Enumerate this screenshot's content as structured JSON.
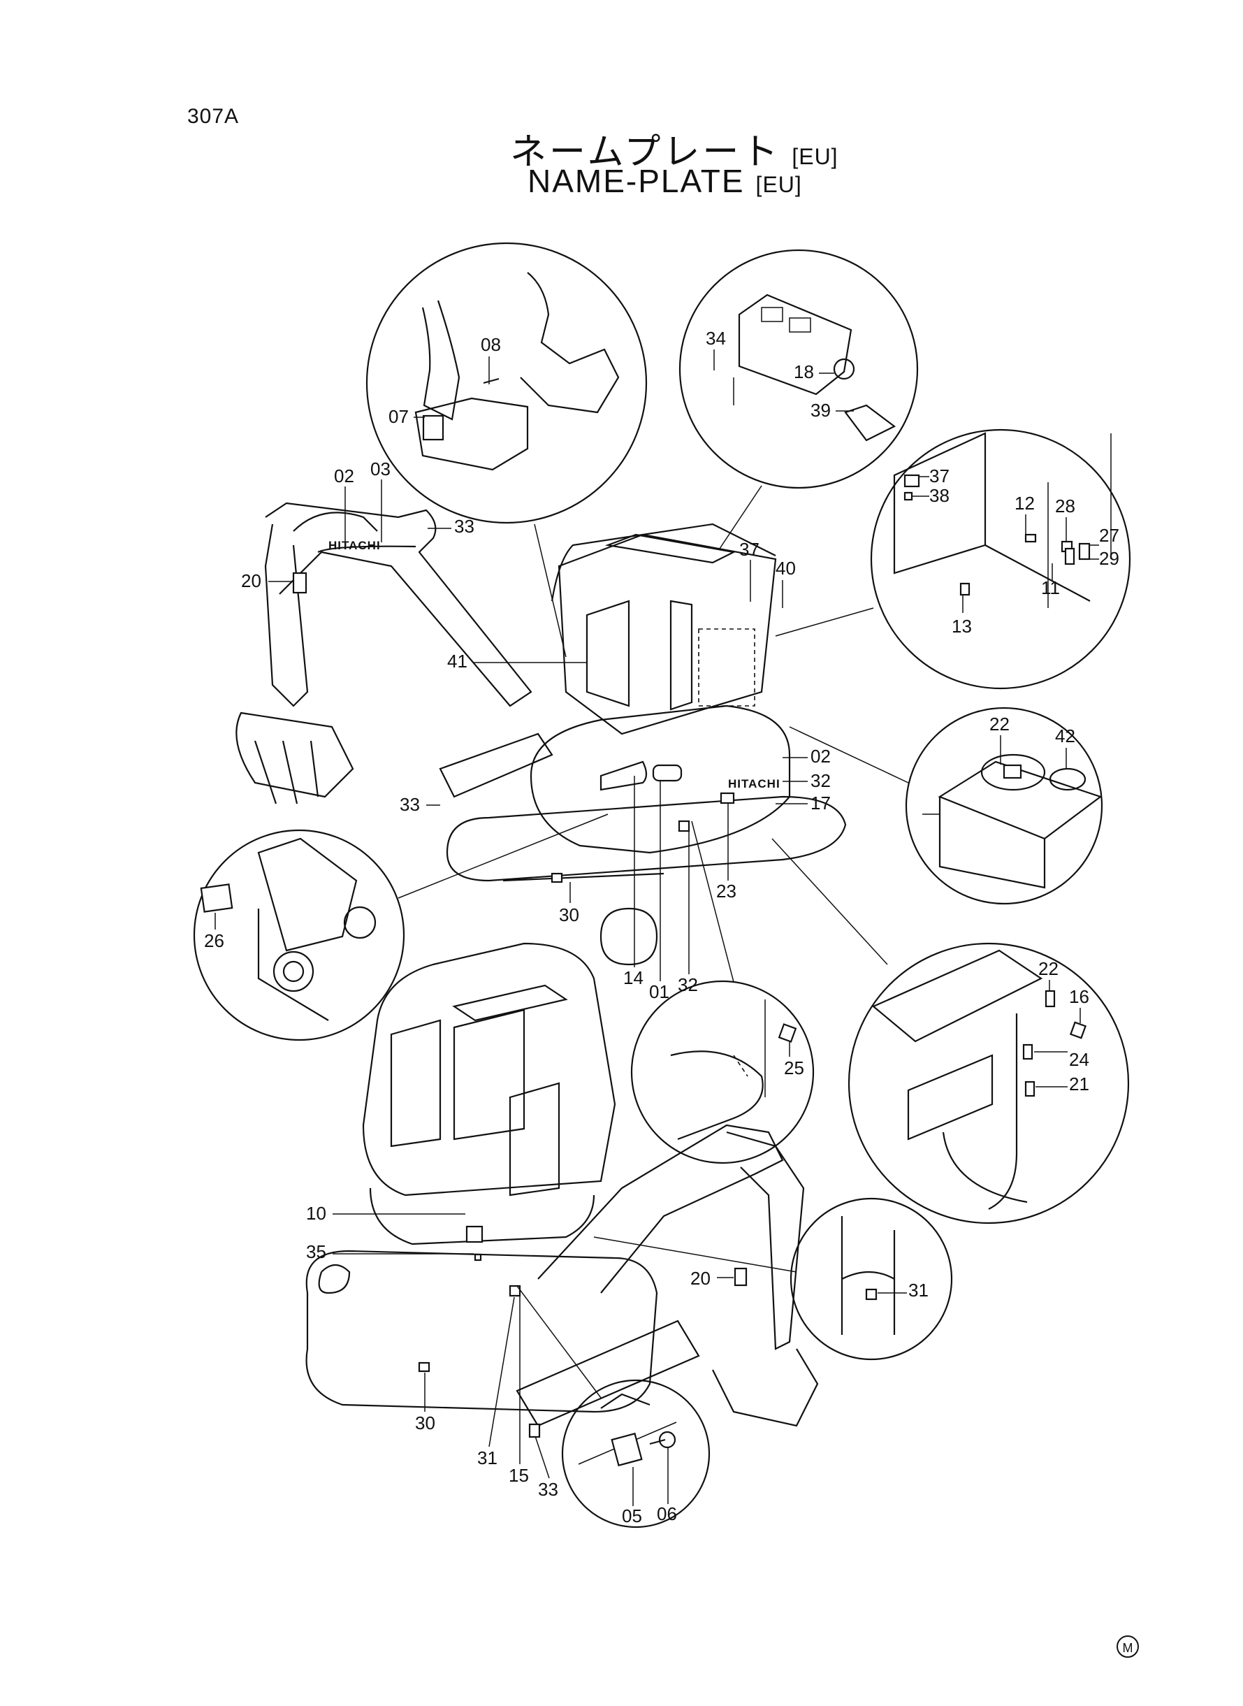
{
  "page_code": "307A",
  "title_jp": "ネームプレート",
  "title_en": "NAME-PLATE",
  "region_tag": "[EU]",
  "brand_text": "HITACHI",
  "marker": "M",
  "callouts": {
    "c01": "01",
    "c02a": "02",
    "c02b": "02",
    "c03": "03",
    "c05": "05",
    "c06": "06",
    "c07": "07",
    "c08": "08",
    "c10": "10",
    "c11": "11",
    "c12": "12",
    "c13": "13",
    "c14": "14",
    "c15": "15",
    "c16": "16",
    "c17": "17",
    "c18": "18",
    "c20a": "20",
    "c20b": "20",
    "c21": "21",
    "c22a": "22",
    "c22b": "22",
    "c23": "23",
    "c24": "24",
    "c25": "25",
    "c26": "26",
    "c27": "27",
    "c28": "28",
    "c29": "29",
    "c30a": "30",
    "c30b": "30",
    "c31a": "31",
    "c31b": "31",
    "c32a": "32",
    "c32b": "32",
    "c33a": "33",
    "c33b": "33",
    "c33c": "33",
    "c34": "34",
    "c35": "35",
    "c37a": "37",
    "c37b": "37",
    "c38": "38",
    "c39": "39",
    "c40": "40",
    "c41": "41",
    "c42": "42"
  }
}
